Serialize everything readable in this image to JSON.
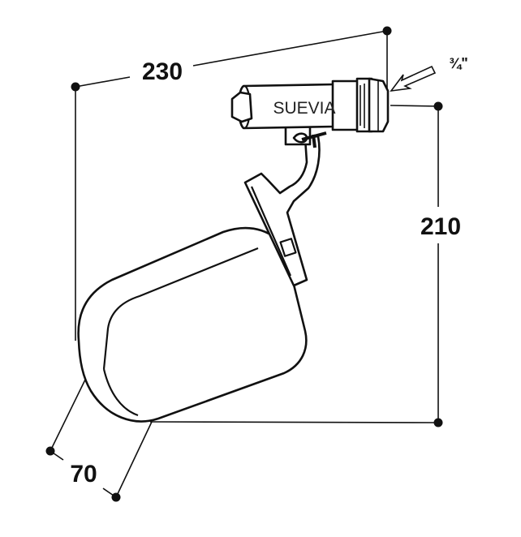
{
  "drawing": {
    "brand_label": "SUEVIA",
    "dimensions": {
      "width": "230",
      "height": "210",
      "float_depth": "70",
      "connection": "¾\""
    },
    "colors": {
      "line": "#111111",
      "background": "#ffffff"
    }
  }
}
